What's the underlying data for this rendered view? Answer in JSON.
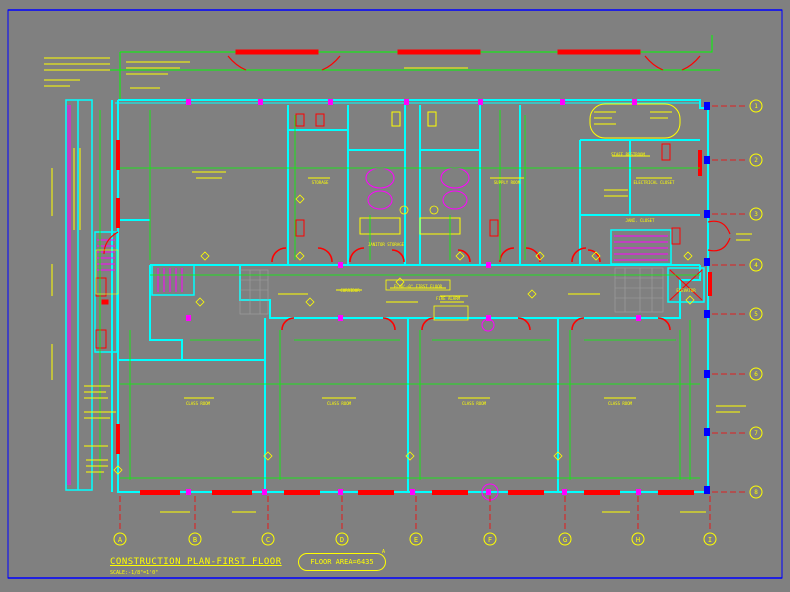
{
  "plan": {
    "title": "CONSTRUCTION PLAN-FIRST FLOOR",
    "scale": "SCALE:-1/8\"=1'0\"",
    "area": "FLOOR AREA=6435",
    "title_mark": "A"
  },
  "colors": {
    "background": "#808080",
    "walls": "#00ffff",
    "doors": "#ff0000",
    "dimensions": "#00ff00",
    "text": "#ffff00",
    "grid": "#ff0000",
    "fixtures": "#ff00ff",
    "frame": "#0000ff",
    "boundary": "#00ff00"
  },
  "grid": {
    "columns": [
      "A",
      "B",
      "C",
      "D",
      "E",
      "F",
      "G",
      "H",
      "I"
    ],
    "rows": [
      "1",
      "2",
      "3",
      "4",
      "5",
      "6",
      "7",
      "8"
    ]
  },
  "labels": {
    "corridor": "CORRIDOR",
    "class_room": "CLASS ROOM",
    "storage": "STORAGE",
    "supply_room": "SUPPLY ROOM",
    "electrical": "ELECTRICAL CLOSET",
    "elevator": "ELEVATOR",
    "janitor": "JANITOR STORAGE",
    "janitor_closet": "JANI. CLOSET",
    "staff_restroom": "STAFF RESTROOM",
    "ceiling": "EL+0'-0\" FIRST FLOOR",
    "north_label": "FIRE ALARM"
  }
}
